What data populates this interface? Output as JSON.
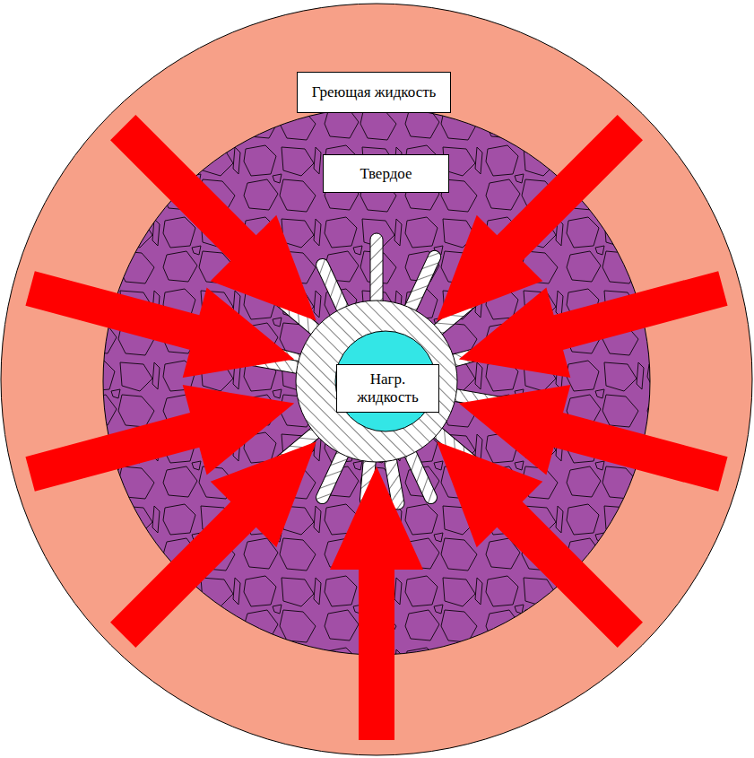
{
  "diagram": {
    "nodes": [
      {
        "text": [
          "Греющая жидкость"
        ]
      },
      {
        "text": [
          "Твердое"
        ]
      },
      {
        "text": [
          "Нагр. жидкость"
        ]
      }
    ]
  }
}
